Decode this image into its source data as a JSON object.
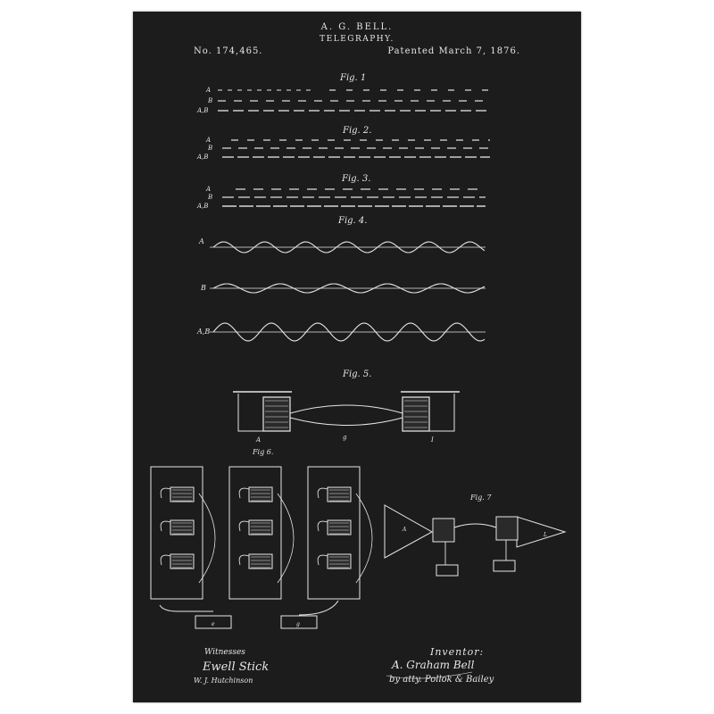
{
  "header": {
    "title": "A. G. BELL.",
    "subtitle": "TELEGRAPHY.",
    "patent_number": "No. 174,465.",
    "patent_date": "Patented March 7, 1876."
  },
  "figures": {
    "fig1": "Fig. 1",
    "fig2": "Fig. 2.",
    "fig3": "Fig. 3.",
    "fig4": "Fig. 4.",
    "fig5": "Fig. 5.",
    "fig6": "Fig 6.",
    "fig7": "Fig. 7"
  },
  "signatures": {
    "witnesses_label": "Witnesses",
    "witness_1": "Ewell Stick",
    "witness_2": "W. J. Hutchinson",
    "inventor_label": "Inventor:",
    "inventor_name": "A. Graham Bell",
    "attorney": "by atty. Pollok & Bailey"
  },
  "colors": {
    "paper": "#1c1c1c",
    "ink": "#e6e6e6",
    "frame": "#ffffff"
  }
}
